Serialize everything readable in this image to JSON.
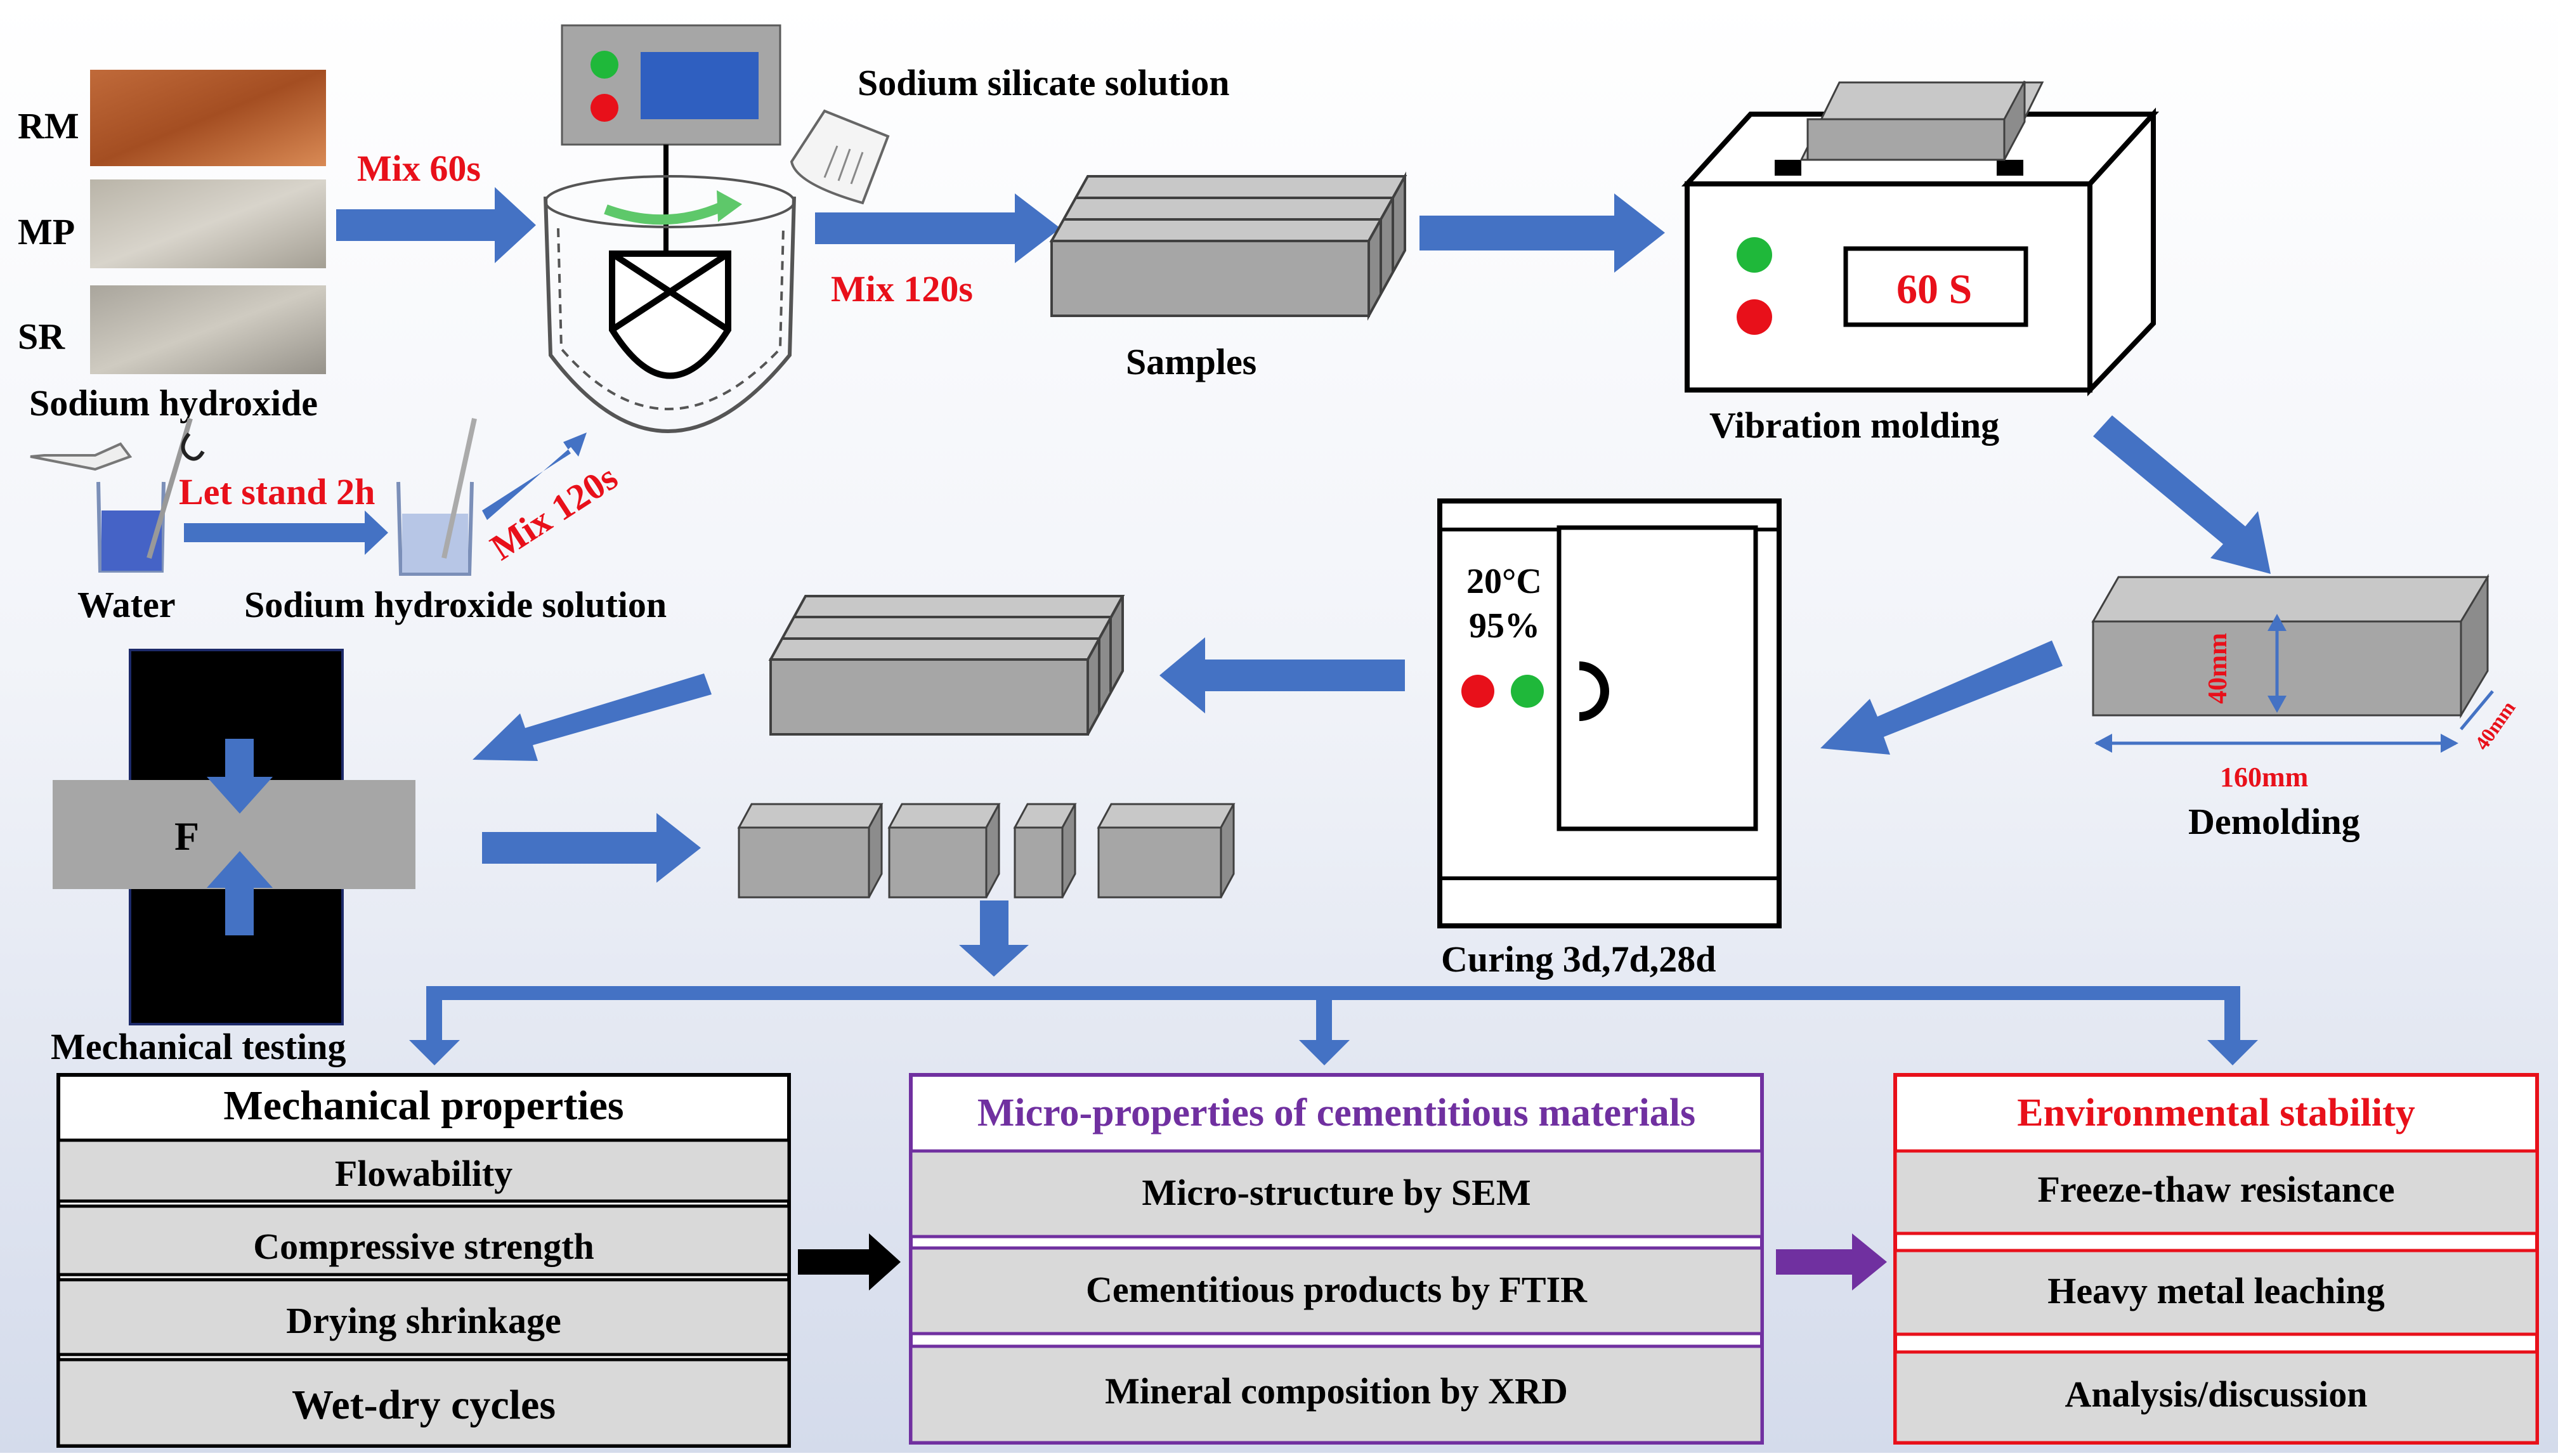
{
  "colors": {
    "arrow": "#4472c4",
    "sample_face": "#a6a6a6",
    "red_text": "#e8101a",
    "purple": "#7030a0",
    "red_border": "#e8101a",
    "background_top": "#ffffff",
    "background_bottom": "#d6dcec"
  },
  "materials": {
    "rm": "RM",
    "mp": "MP",
    "sr": "SR",
    "sodium_hydroxide": "Sodium hydroxide",
    "water": "Water",
    "sodium_hydroxide_solution": "Sodium hydroxide solution",
    "sodium_silicate_solution": "Sodium silicate solution"
  },
  "steps": {
    "mix_60s": "Mix 60s",
    "mix_120s_top": "Mix 120s",
    "mix_120s_bottom": "Mix 120s",
    "let_stand": "Let stand 2h",
    "samples": "Samples",
    "vibration_molding": "Vibration molding",
    "vibration_timer": "60 S",
    "demolding": "Demolding",
    "dim_height": "40mm",
    "dim_length": "160mm",
    "dim_depth": "40mm",
    "curing": "Curing 3d,7d,28d",
    "curing_temp": "20°C",
    "curing_humidity": "95%",
    "force_label": "F",
    "mechanical_testing": "Mechanical testing"
  },
  "panels": {
    "mechanical": {
      "title": "Mechanical properties",
      "items": [
        "Flowability",
        "Compressive strength",
        "Drying shrinkage",
        "Wet-dry cycles"
      ]
    },
    "micro": {
      "title": "Micro-properties of cementitious materials",
      "items": [
        "Micro-structure by SEM",
        "Cementitious products by FTIR",
        "Mineral composition by XRD"
      ]
    },
    "environment": {
      "title": "Environmental stability",
      "items": [
        "Freeze-thaw resistance",
        "Heavy metal leaching",
        "Analysis/discussion"
      ]
    }
  }
}
